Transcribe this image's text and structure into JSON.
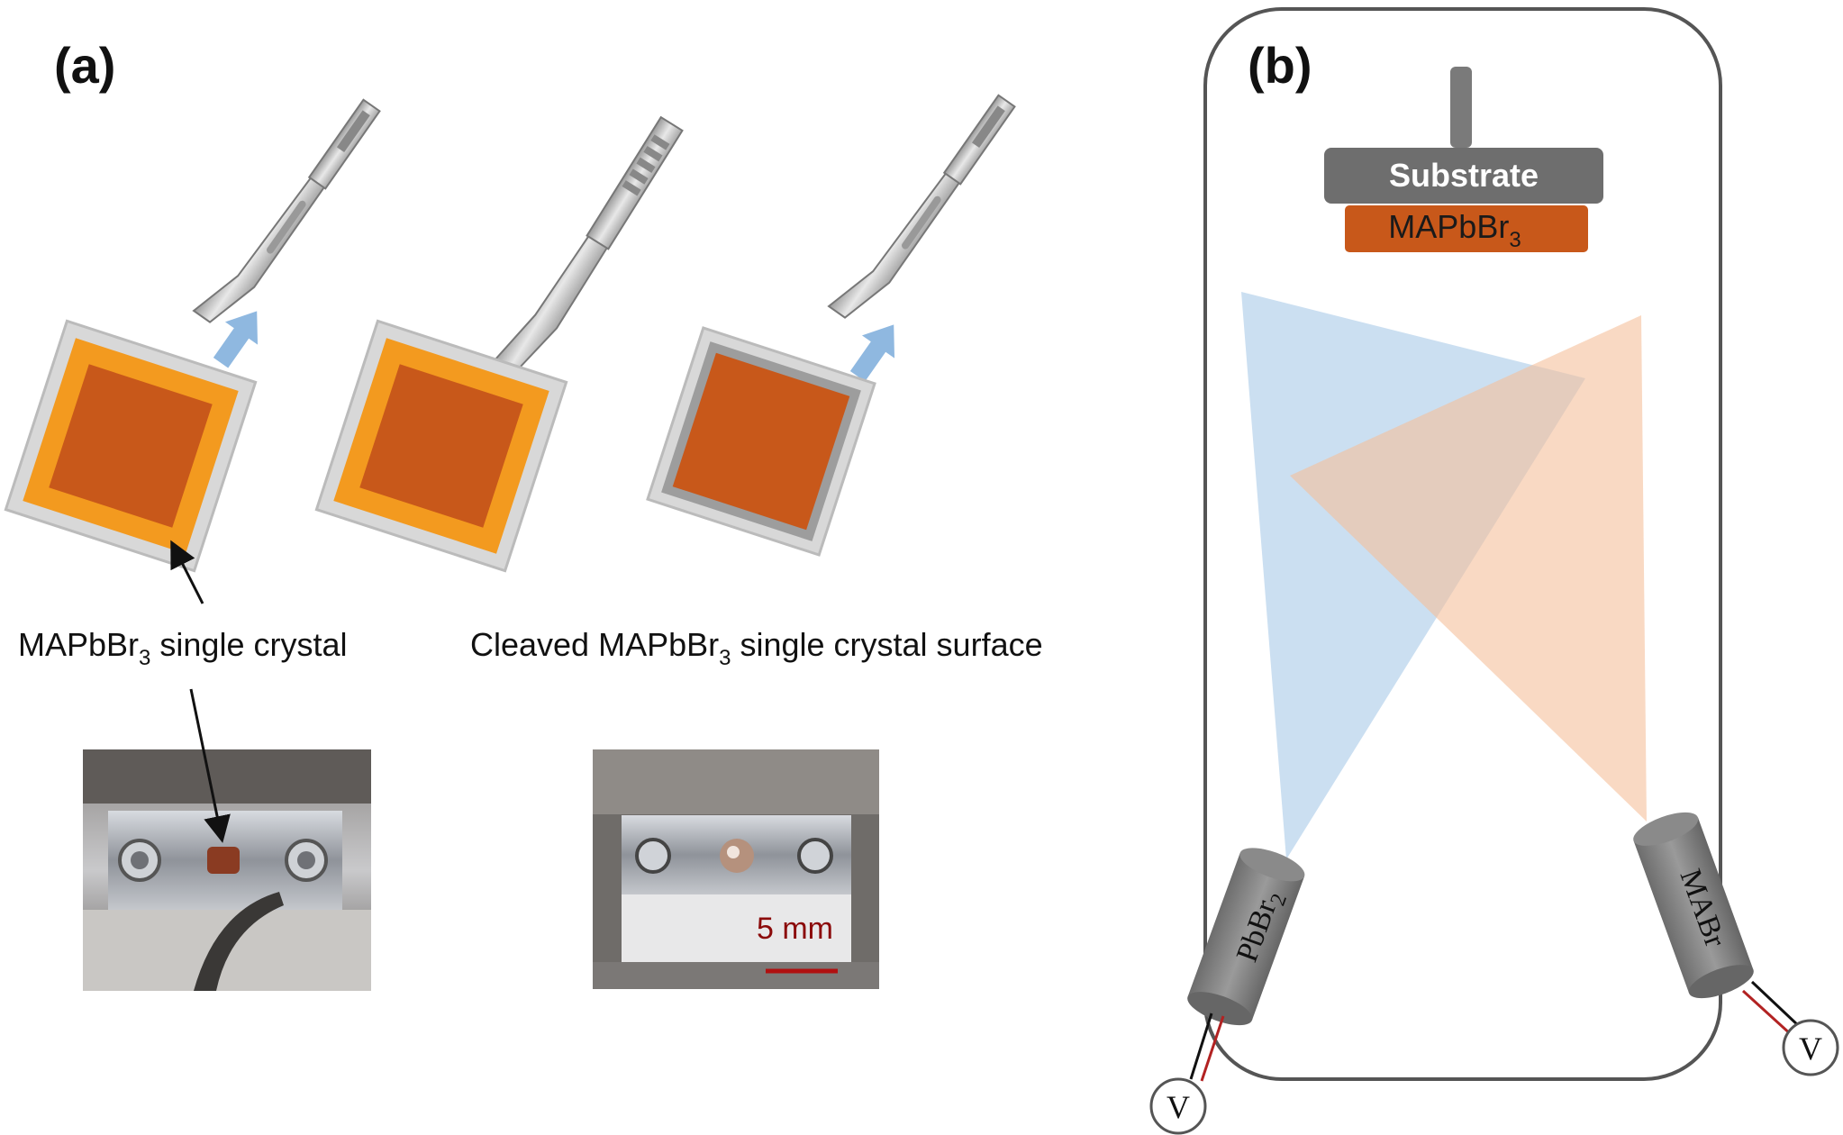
{
  "panel_a": {
    "label": "(a)",
    "caption_left": {
      "pre": "MAPbBr",
      "sub": "3",
      "post": " single crystal"
    },
    "caption_right": {
      "pre": "Cleaved MAPbBr",
      "sub": "3",
      "post": " single crystal surface"
    },
    "scale_bar": "5 mm"
  },
  "panel_b": {
    "label": "(b)",
    "substrate": "Substrate",
    "film": {
      "pre": "MAPbBr",
      "sub": "3"
    },
    "source_left": {
      "pre": "PbBr",
      "sub": "2"
    },
    "source_right": "MABr",
    "voltmeter_left": "V",
    "voltmeter_right": "V"
  },
  "colors": {
    "crystal_orange": "#c8581a",
    "crystal_rim": "#f39a1f",
    "beam_blue": "#a9c9e8",
    "beam_orange": "#f5bf9b",
    "arrow_blue": "#8fb8e0",
    "wire_red": "#b22222",
    "scale_red": "#b01010"
  }
}
